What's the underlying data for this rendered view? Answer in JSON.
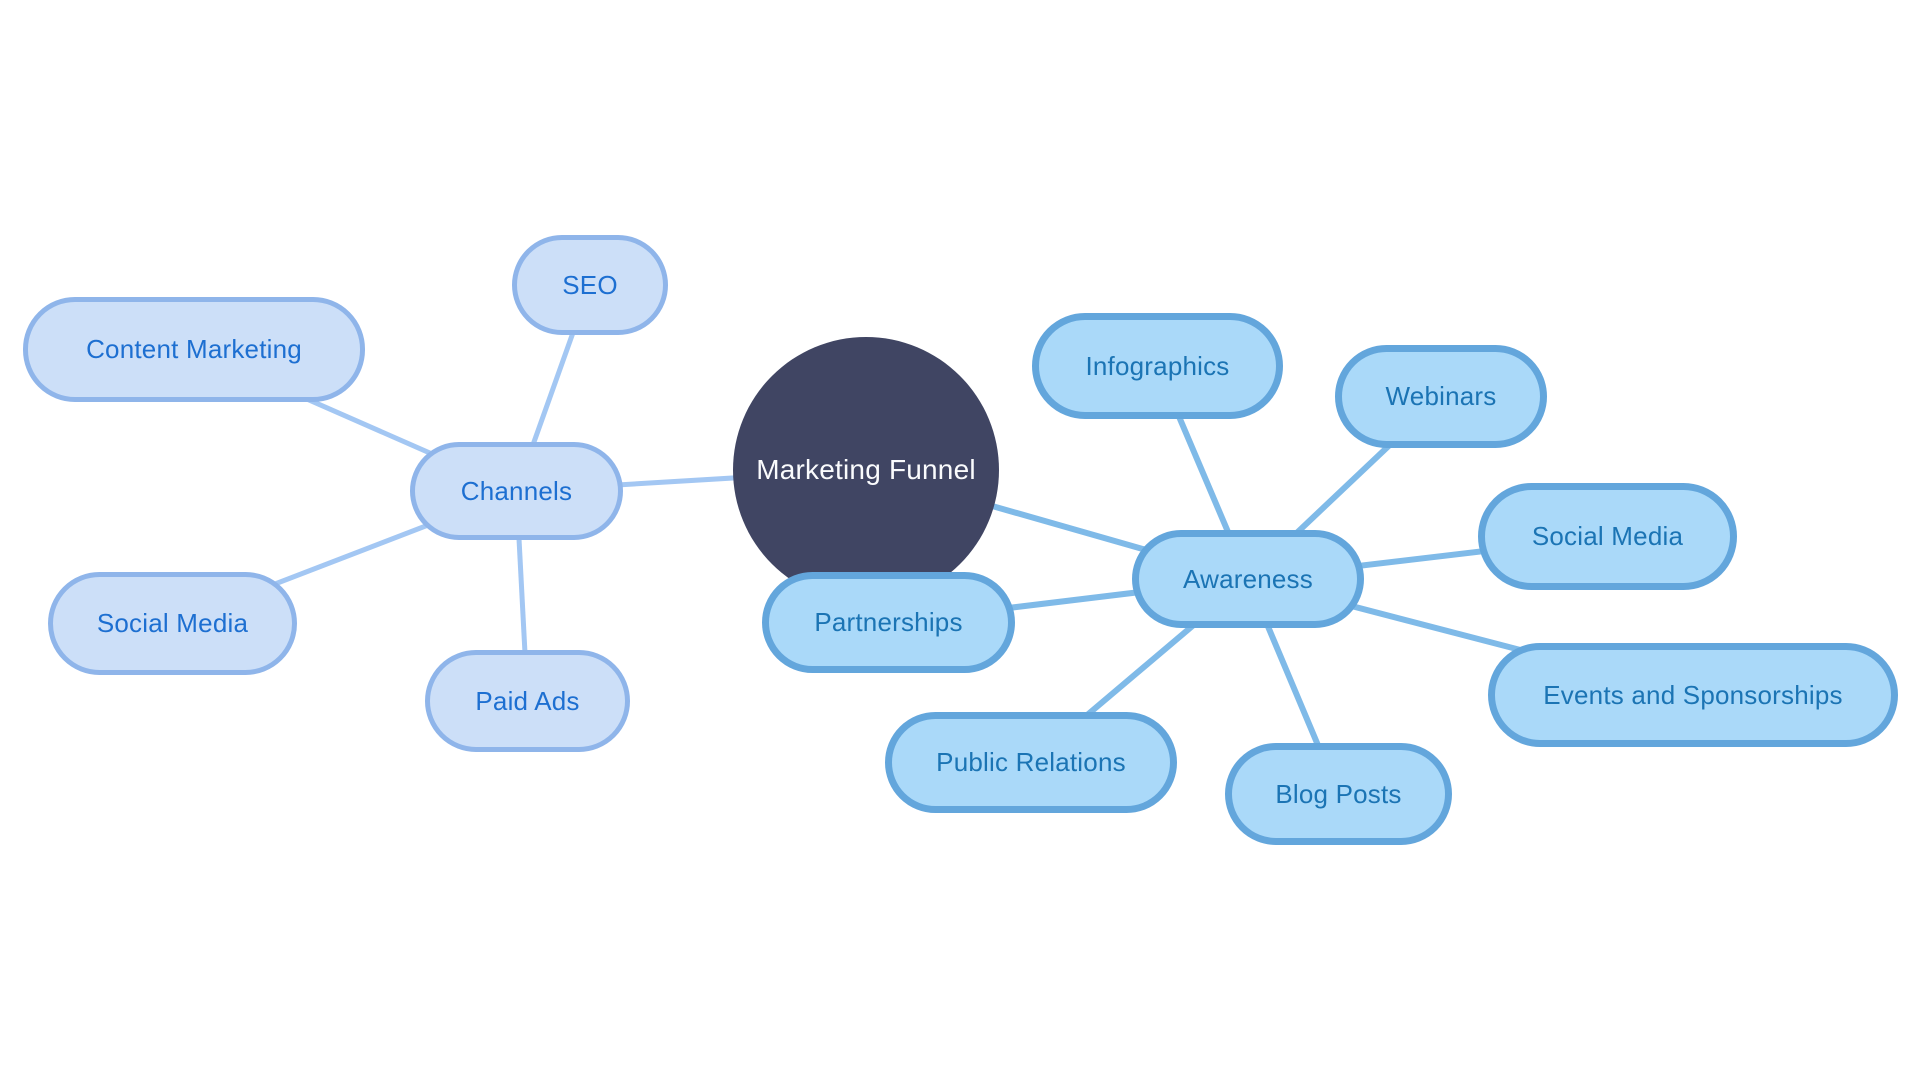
{
  "diagram": {
    "kind": "mind-map",
    "title": "Marketing Funnel"
  },
  "nodes": {
    "root": {
      "id": "root",
      "label": "Marketing Funnel"
    },
    "channels": {
      "id": "channels",
      "label": "Channels"
    },
    "seo": {
      "id": "seo",
      "label": "SEO"
    },
    "content_marketing": {
      "id": "content_marketing",
      "label": "Content Marketing"
    },
    "social_media_left": {
      "id": "social_media_left",
      "label": "Social Media"
    },
    "paid_ads": {
      "id": "paid_ads",
      "label": "Paid Ads"
    },
    "awareness": {
      "id": "awareness",
      "label": "Awareness"
    },
    "infographics": {
      "id": "infographics",
      "label": "Infographics"
    },
    "webinars": {
      "id": "webinars",
      "label": "Webinars"
    },
    "social_media_right": {
      "id": "social_media_right",
      "label": "Social Media"
    },
    "events_sponsorships": {
      "id": "events_sponsorships",
      "label": "Events and Sponsorships"
    },
    "partnerships": {
      "id": "partnerships",
      "label": "Partnerships"
    },
    "public_relations": {
      "id": "public_relations",
      "label": "Public Relations"
    },
    "blog_posts": {
      "id": "blog_posts",
      "label": "Blog Posts"
    }
  },
  "edges": [
    {
      "from": "channels",
      "to": "root",
      "branch": "left"
    },
    {
      "from": "channels",
      "to": "seo",
      "branch": "left"
    },
    {
      "from": "channels",
      "to": "content_marketing",
      "branch": "left"
    },
    {
      "from": "channels",
      "to": "social_media_left",
      "branch": "left"
    },
    {
      "from": "channels",
      "to": "paid_ads",
      "branch": "left"
    },
    {
      "from": "awareness",
      "to": "root",
      "branch": "right"
    },
    {
      "from": "awareness",
      "to": "infographics",
      "branch": "right"
    },
    {
      "from": "awareness",
      "to": "webinars",
      "branch": "right"
    },
    {
      "from": "awareness",
      "to": "social_media_right",
      "branch": "right"
    },
    {
      "from": "awareness",
      "to": "events_sponsorships",
      "branch": "right"
    },
    {
      "from": "awareness",
      "to": "blog_posts",
      "branch": "right"
    },
    {
      "from": "awareness",
      "to": "public_relations",
      "branch": "right"
    },
    {
      "from": "awareness",
      "to": "partnerships",
      "branch": "right"
    }
  ],
  "colors": {
    "background": "#FFFFFF",
    "root_fill": "#404563",
    "root_text": "#FAFBFD",
    "left_fill": "#CCDFF8",
    "left_border": "#8FB5EA",
    "left_text": "#1D6FD1",
    "left_edge": "#A3C7F3",
    "right_fill": "#AAD9F9",
    "right_border": "#63A6DC",
    "right_text": "#1B74B4",
    "right_edge": "#7FBAE8"
  },
  "style": {
    "edge_width_left": 5,
    "edge_width_right": 6
  }
}
